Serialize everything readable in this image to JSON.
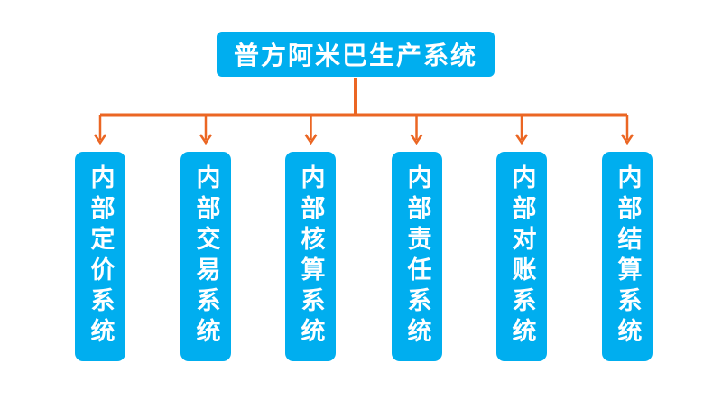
{
  "diagram": {
    "type": "org-chart",
    "root": {
      "label": "普方阿米巴生产系统"
    },
    "children": [
      {
        "label": "内部定价系统"
      },
      {
        "label": "内部交易系统"
      },
      {
        "label": "内部核算系统"
      },
      {
        "label": "内部责任系统"
      },
      {
        "label": "内部对账系统"
      },
      {
        "label": "内部结算系统"
      }
    ],
    "colors": {
      "node_fill": "#00AEEF",
      "node_text": "#FFFFFF",
      "connector": "#EB6623",
      "background": "#FFFFFF"
    }
  }
}
